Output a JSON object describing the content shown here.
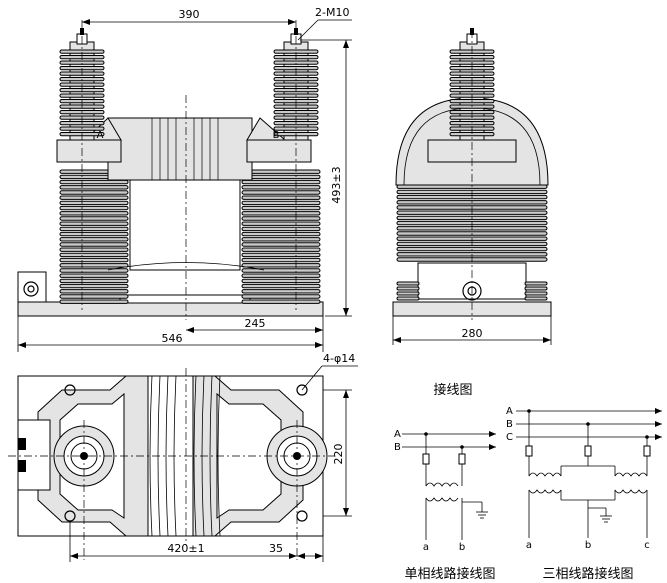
{
  "front_view": {
    "dim_top": "390",
    "bolt_note": "2-M10",
    "dim_height": "493±3",
    "dim_total_width": "546",
    "dim_offset": "245",
    "terminal_a": "A",
    "terminal_b": "B"
  },
  "side_view": {
    "dim_width": "280"
  },
  "plan_view": {
    "hole_note": "4-φ14",
    "dim_length": "420±1",
    "dim_edge": "35",
    "dim_depth": "220"
  },
  "wiring": {
    "heading": "接线图",
    "single_phase_title": "单相线路接线图",
    "three_phase_title": "三相线路接线图",
    "single_phase_lines": [
      "A",
      "B"
    ],
    "single_phase_terminals": [
      "a",
      "b"
    ],
    "three_phase_lines": [
      "A",
      "B",
      "C"
    ],
    "three_phase_terminals": [
      "a",
      "b",
      "c"
    ]
  }
}
